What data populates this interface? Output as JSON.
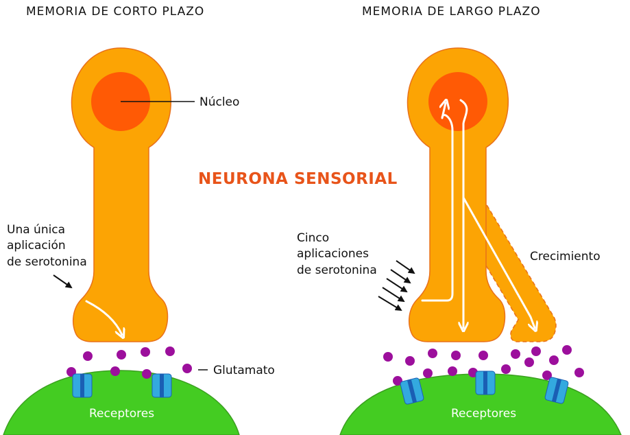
{
  "titles": {
    "short_term": "MEMORIA DE CORTO PLAZO",
    "long_term": "MEMORIA DE LARGO PLAZO",
    "center": "NEURONA SENSORIAL"
  },
  "labels": {
    "nucleus": "Núcleo",
    "glutamate": "Glutamato",
    "growth": "Crecimiento",
    "receptors_left": "Receptores",
    "receptors_right": "Receptores",
    "single_application": [
      "Una única",
      "aplicación",
      "de serotonina"
    ],
    "five_applications": [
      "Cinco",
      "aplicaciones",
      "de serotonina"
    ]
  },
  "colors": {
    "neuron": "#fca404",
    "neuron_outline": "#e8701a",
    "nucleus": "#ff5a05",
    "glutamate": "#9c0f9c",
    "receptor": "#33a9df",
    "receptor_core": "#1a5fb4",
    "postsynaptic": "#44cc22",
    "title_accent": "#e8541a"
  }
}
